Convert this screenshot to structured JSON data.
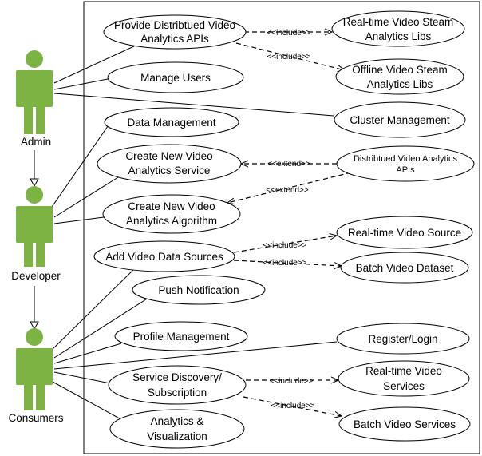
{
  "colors": {
    "actor_fill": "#7cb342",
    "line": "#000000",
    "background": "#ffffff"
  },
  "actors": {
    "admin": {
      "label": "Admin"
    },
    "developer": {
      "label": "Developer"
    },
    "consumers": {
      "label": "Consumers"
    }
  },
  "use_cases": {
    "provide_apis": [
      "Provide Distribtued Video",
      "Analytics APIs"
    ],
    "realtime_libs": [
      "Real-time Video Steam",
      "Analytics Libs"
    ],
    "offline_libs": [
      "Offline Video Steam",
      "Analytics Libs"
    ],
    "manage_users": [
      "Manage Users"
    ],
    "cluster_management": [
      "Cluster Management"
    ],
    "data_management": [
      "Data Management"
    ],
    "create_service": [
      "Create New Video",
      "Analytics Service"
    ],
    "distributed_apis": [
      "Distribtued Video Analytics",
      "APIs"
    ],
    "create_algorithm": [
      "Create New Video",
      "Analytics Algorithm"
    ],
    "add_sources": [
      "Add Video Data Sources"
    ],
    "realtime_source": [
      "Real-time Video Source"
    ],
    "batch_dataset": [
      "Batch Video Dataset"
    ],
    "push_notification": [
      "Push Notification"
    ],
    "profile_management": [
      "Profile Management"
    ],
    "register_login": [
      "Register/Login"
    ],
    "service_discovery": [
      "Service Discovery/",
      "Subscription"
    ],
    "realtime_services": [
      "Real-time Video",
      "Services"
    ],
    "analytics_visualization": [
      "Analytics &",
      "Visualization"
    ],
    "batch_services": [
      "Batch Video Services"
    ]
  },
  "relations": {
    "include": "<<include>>",
    "extend": "<<extend>>"
  }
}
